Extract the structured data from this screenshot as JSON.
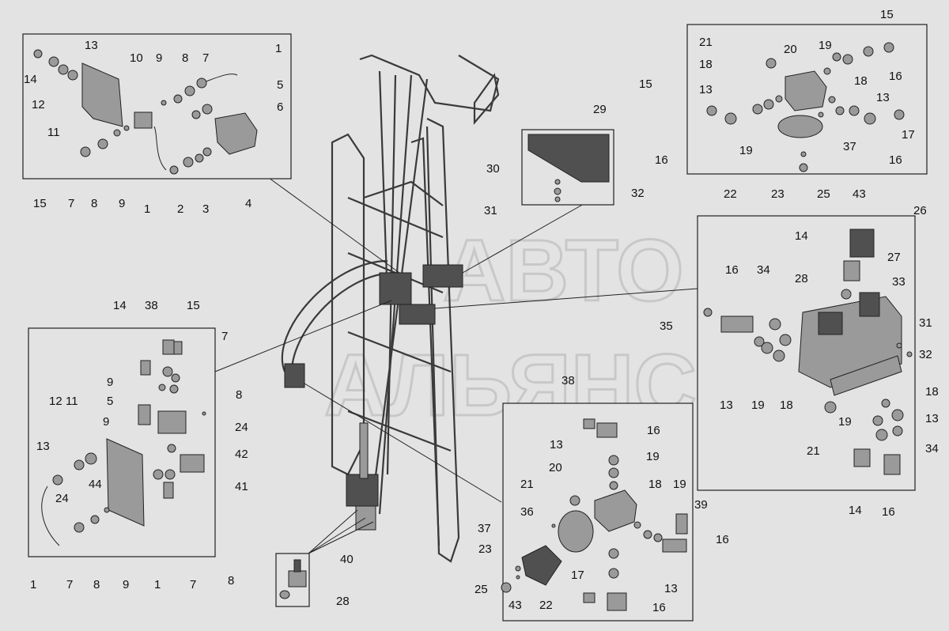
{
  "watermark": {
    "line1": "АВТО",
    "line2": "АЛЬЯНС"
  },
  "colors": {
    "background": "#e3e3e3",
    "ink": "#222222",
    "part_fill": "#9a9a9a",
    "part_dark": "#505050"
  },
  "panels": [
    {
      "id": "panel-top-left",
      "labels": [
        "14",
        "13",
        "12",
        "11",
        "10",
        "9",
        "8",
        "7",
        "1",
        "5",
        "6",
        "15",
        "7",
        "8",
        "9",
        "1",
        "2",
        "3",
        "4"
      ]
    },
    {
      "id": "panel-top-right",
      "labels": [
        "15",
        "21",
        "20",
        "19",
        "16",
        "18",
        "18",
        "15",
        "13",
        "13",
        "17",
        "16",
        "19",
        "37",
        "16",
        "22",
        "23",
        "25",
        "43"
      ]
    },
    {
      "id": "panel-small-29",
      "labels": [
        "29",
        "30",
        "31",
        "32"
      ]
    },
    {
      "id": "panel-middle-right",
      "labels": [
        "26",
        "14",
        "27",
        "28",
        "33",
        "16",
        "34",
        "35",
        "31",
        "32",
        "13",
        "19",
        "18",
        "18",
        "19",
        "13",
        "21",
        "34",
        "14",
        "16"
      ]
    },
    {
      "id": "panel-bottom-left",
      "labels": [
        "14",
        "38",
        "15",
        "7",
        "9",
        "8",
        "5",
        "24",
        "9",
        "42",
        "12",
        "11",
        "13",
        "41",
        "44",
        "24",
        "1",
        "7",
        "8",
        "9",
        "1",
        "7",
        "8"
      ]
    },
    {
      "id": "panel-bottom-center",
      "labels": [
        "38",
        "16",
        "13",
        "19",
        "20",
        "18",
        "21",
        "19",
        "39",
        "36",
        "37",
        "16",
        "23",
        "25",
        "43",
        "22",
        "17",
        "13",
        "16"
      ]
    },
    {
      "id": "panel-small-40",
      "labels": [
        "40",
        "28"
      ]
    }
  ]
}
